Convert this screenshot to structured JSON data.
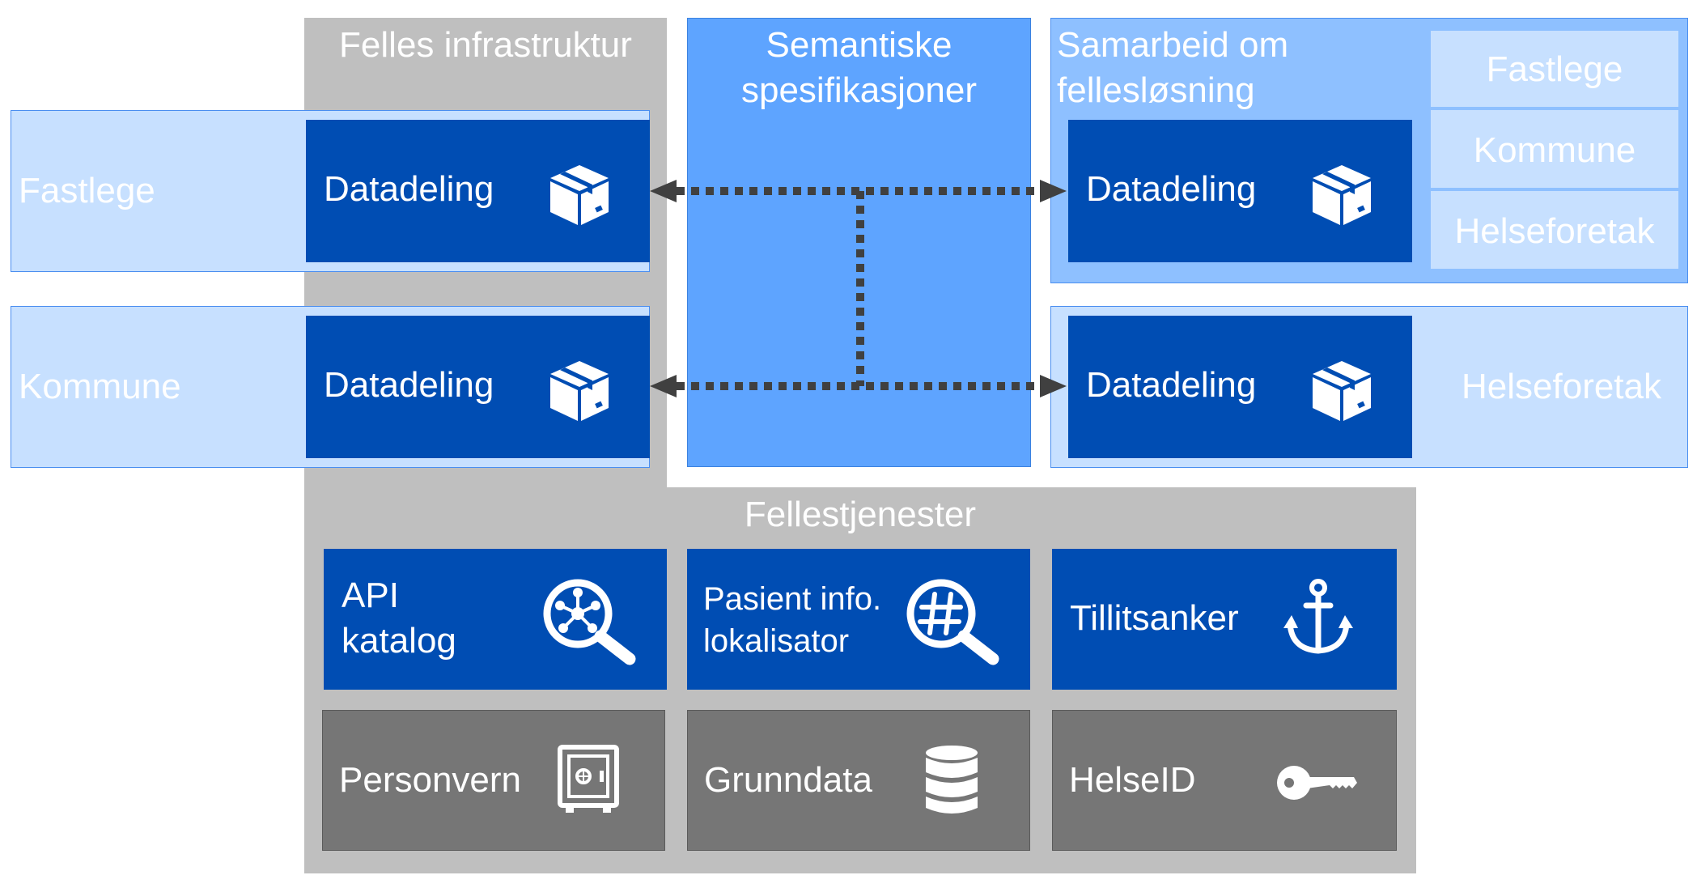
{
  "regions": {
    "felles_infrastruktur": "Felles infrastruktur",
    "semantiske": [
      "Semantiske",
      "spesifikasjoner"
    ],
    "samarbeid": [
      "Samarbeid om",
      "fellesløsning"
    ],
    "fellestjenester": "Fellestjenester"
  },
  "actors": {
    "fastlege": "Fastlege",
    "kommune": "Kommune",
    "helseforetak": "Helseforetak"
  },
  "samarbeid_stack": [
    "Fastlege",
    "Kommune",
    "Helseforetak"
  ],
  "datadeling": "Datadeling",
  "services": {
    "api": [
      "API",
      "katalog"
    ],
    "pasient": [
      "Pasient info.",
      "lokalisator"
    ],
    "tillitsanker": "Tillitsanker",
    "personvern": "Personvern",
    "grunndata": "Grunndata",
    "helseid": "HelseID"
  },
  "icons": {
    "datadeling": "package-box-icon",
    "api": "network-search-icon",
    "pasient": "hash-search-icon",
    "tillitsanker": "anchor-icon",
    "personvern": "safe-icon",
    "grunndata": "database-icon",
    "helseid": "key-icon"
  },
  "colors": {
    "dark_blue": "#004db3",
    "semantic_blue": "#5ea4ff",
    "light_blue": "#c7e0ff",
    "mid_blue": "#8ec0ff",
    "gray_region": "#bfbfbf",
    "gray_tile": "#767676",
    "connector": "#404040"
  }
}
